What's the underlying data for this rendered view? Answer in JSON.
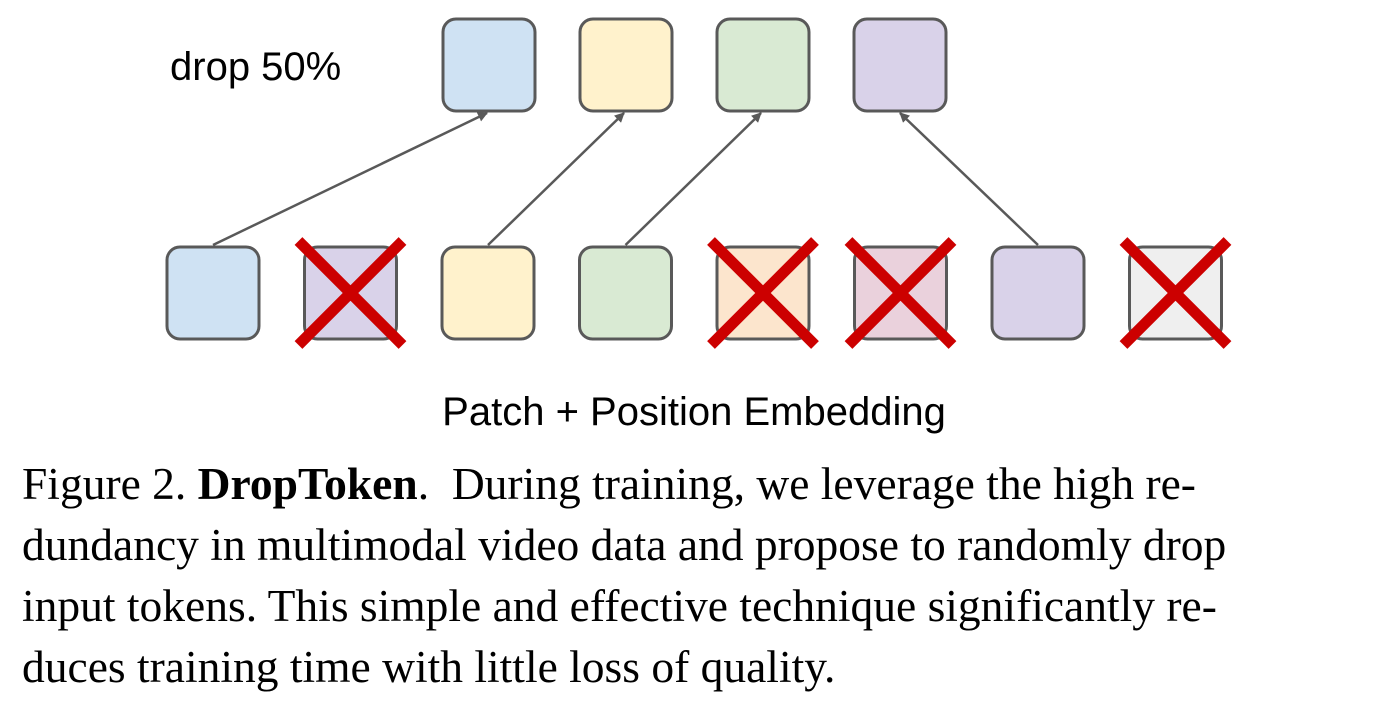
{
  "diagram": {
    "drop_label": "drop 50%",
    "bottom_label": "Patch + Position Embedding",
    "top_tokens": [
      {
        "id": "kept-1",
        "color": "#cfe2f3"
      },
      {
        "id": "kept-2",
        "color": "#fff2cc"
      },
      {
        "id": "kept-3",
        "color": "#d9ead3"
      },
      {
        "id": "kept-4",
        "color": "#d9d2e9"
      }
    ],
    "input_tokens": [
      {
        "id": "input-1",
        "color": "#cfe2f3",
        "dropped": false,
        "maps_to": "kept-1"
      },
      {
        "id": "input-2",
        "color": "#d9d2e9",
        "dropped": true
      },
      {
        "id": "input-3",
        "color": "#fff2cc",
        "dropped": false,
        "maps_to": "kept-2"
      },
      {
        "id": "input-4",
        "color": "#d9ead3",
        "dropped": false,
        "maps_to": "kept-3"
      },
      {
        "id": "input-5",
        "color": "#fce5cd",
        "dropped": true
      },
      {
        "id": "input-6",
        "color": "#ead1dc",
        "dropped": true
      },
      {
        "id": "input-7",
        "color": "#d9d2e9",
        "dropped": false,
        "maps_to": "kept-4"
      },
      {
        "id": "input-8",
        "color": "#efefef",
        "dropped": true
      }
    ],
    "token_border_color": "#595959",
    "arrow_color": "#595959",
    "cross_color": "#cc0000"
  },
  "caption": {
    "figure_label": "Figure 2.",
    "title": "DropToken",
    "title_end": ".",
    "line1_rest": "During training, we leverage the high re-",
    "line2": "dundancy in multimodal video data and propose to randomly drop",
    "line3": "input tokens. This simple and effective technique significantly re-",
    "line4": "duces training time with little loss of quality."
  }
}
